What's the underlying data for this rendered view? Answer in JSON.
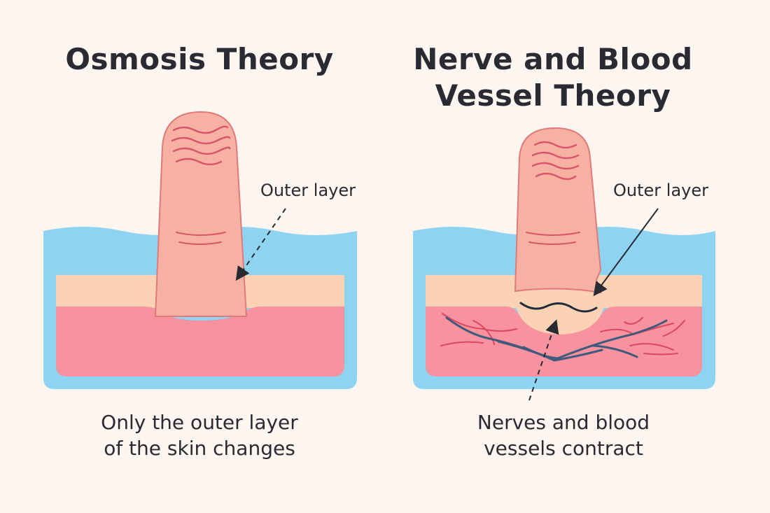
{
  "left_panel": {
    "title": "Osmosis Theory",
    "callout": "Outer layer",
    "caption_line1": "Only the outer layer",
    "caption_line2": "of the skin changes"
  },
  "right_panel": {
    "title_line1": "Nerve and Blood",
    "title_line2": "Vessel Theory",
    "callout": "Outer layer",
    "caption_line1": "Nerves and blood",
    "caption_line2": "vessels contract"
  },
  "colors": {
    "background": "#fdf6f0",
    "water": "#8fd3f2",
    "outer_layer": "#fbd3b4",
    "tissue": "#f7929e",
    "finger": "#f7b1a3",
    "finger_outline": "#e07a7a",
    "nerve": "#3f5a7c",
    "blood_vessel": "#d9485f",
    "text": "#2a2a33"
  }
}
